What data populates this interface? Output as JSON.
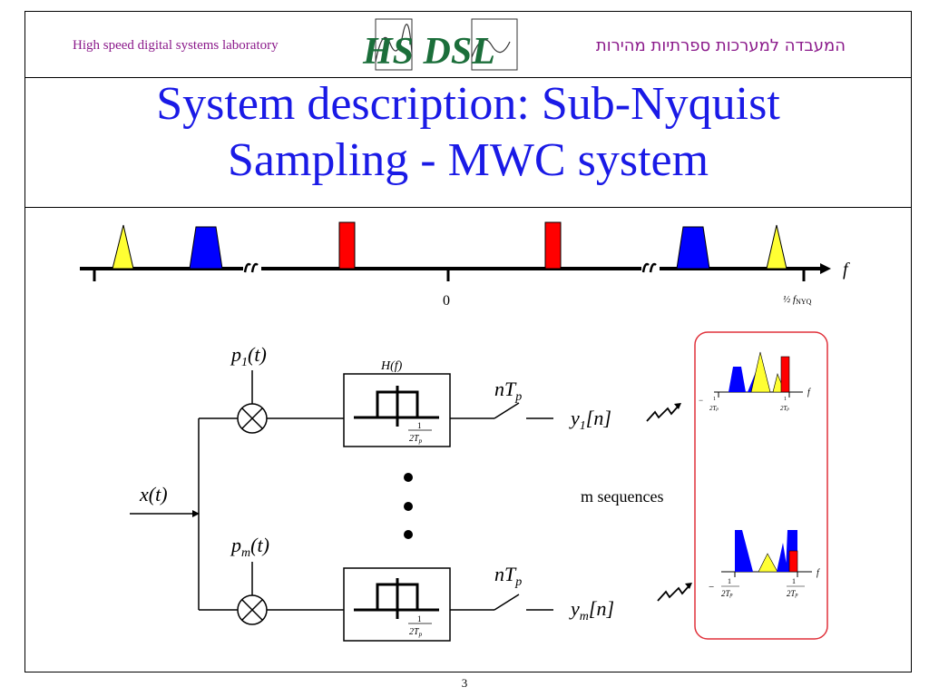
{
  "header": {
    "lab_english": "High speed digital systems laboratory",
    "lab_hebrew": "המעבדה למערכות ספרתיות מהירות",
    "logo_text": "HS DSL"
  },
  "slide": {
    "title_line1": "System description: Sub-Nyquist",
    "title_line2": "Sampling - MWC system",
    "page_number": "3"
  },
  "spectrum": {
    "axis_label": "f",
    "zero_label": "0",
    "nyq_label": "½ f",
    "nyq_subscript": "NYQ",
    "colors": {
      "yellow": "#ffff33",
      "blue": "#0000ff",
      "red": "#ff0000"
    }
  },
  "diagram": {
    "input_label": "x(t)",
    "mixer1_label": "p",
    "mixer1_sub": "1",
    "mixer1_arg": "(t)",
    "mixerm_label": "p",
    "mixerm_sub": "m",
    "mixerm_arg": "(t)",
    "filter_label": "H(f)",
    "filter_cutoff": "2T",
    "filter_cutoff_sub": "p",
    "sampler_label": "nT",
    "sampler_sub": "p",
    "out1_label": "y",
    "out1_sub": "1",
    "out1_arg": "[n]",
    "outm_label": "y",
    "outm_sub": "m",
    "outm_arg": "[n]",
    "sequences_label": "m sequences",
    "mini_axis_label": "f",
    "mini_neg_label": "−",
    "mini_den": "2T",
    "mini_den_sub": "p"
  }
}
